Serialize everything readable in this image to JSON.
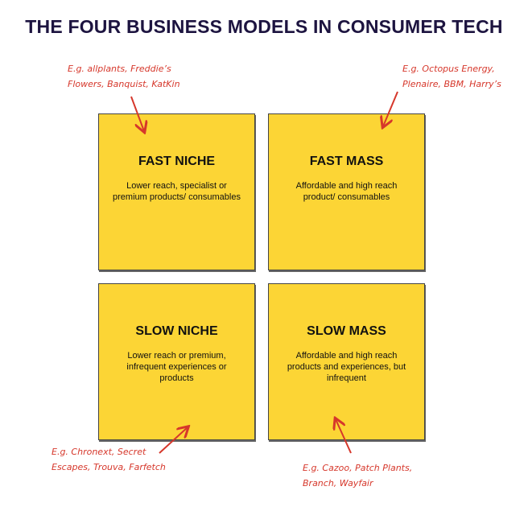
{
  "title": "THE FOUR BUSINESS MODELS IN CONSUMER TECH",
  "quadrants": [
    {
      "heading": "FAST NICHE",
      "description": "Lower reach, specialist or premium products/ consumables",
      "examples": "E.g. allplants, Freddie’s Flowers, Banquist, KatKin"
    },
    {
      "heading": "FAST MASS",
      "description": "Affordable and high reach product/ consumables",
      "examples": "E.g. Octopus Energy, Plenaire, BBM, Harry’s"
    },
    {
      "heading": "SLOW NICHE",
      "description": "Lower reach or premium, infrequent experiences or products",
      "examples": "E.g. Chronext, Secret Escapes, Trouva, Farfetch"
    },
    {
      "heading": "SLOW MASS",
      "description": "Affordable and high reach products and experiences, but infrequent",
      "examples": "E.g. Cazoo, Patch Plants, Branch, Wayfair"
    }
  ],
  "colors": {
    "box": "#fcd535",
    "title": "#1d1440",
    "annotation": "#d6372b"
  }
}
